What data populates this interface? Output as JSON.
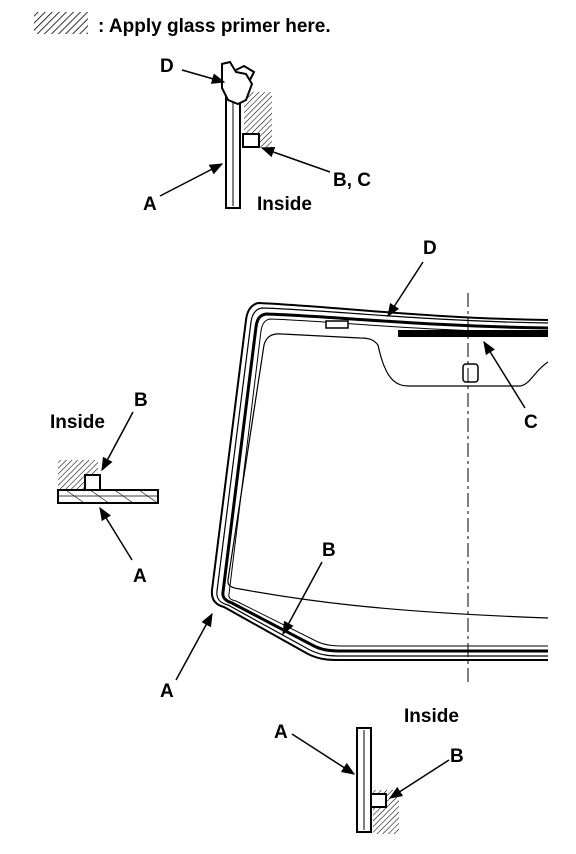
{
  "legend": {
    "text": ": Apply glass primer here."
  },
  "top_detail": {
    "label_d": "D",
    "label_a": "A",
    "label_bc": "B, C",
    "label_inside": "Inside"
  },
  "main_view": {
    "label_d": "D",
    "label_c": "C",
    "label_b": "B",
    "label_a": "A"
  },
  "left_detail": {
    "label_inside": "Inside",
    "label_b": "B",
    "label_a": "A"
  },
  "bottom_detail": {
    "label_inside": "Inside",
    "label_a": "A",
    "label_b": "B"
  }
}
